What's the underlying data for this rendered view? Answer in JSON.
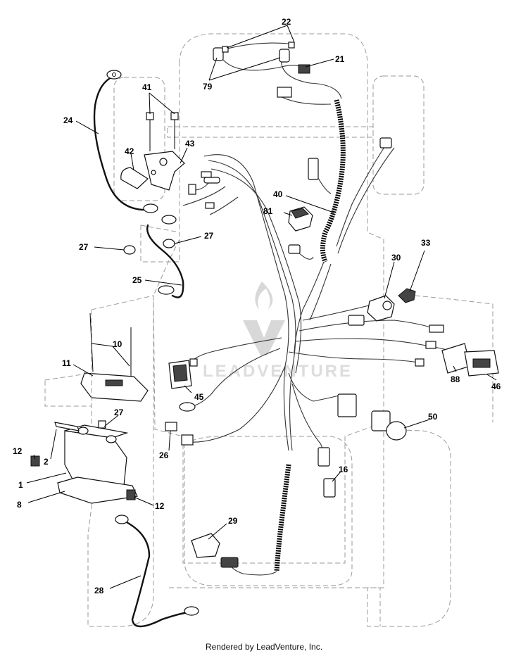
{
  "callouts": [
    {
      "id": "c22",
      "label": "22"
    },
    {
      "id": "c21",
      "label": "21"
    },
    {
      "id": "c79",
      "label": "79"
    },
    {
      "id": "c41",
      "label": "41"
    },
    {
      "id": "c24",
      "label": "24"
    },
    {
      "id": "c42",
      "label": "42"
    },
    {
      "id": "c43",
      "label": "43"
    },
    {
      "id": "c40",
      "label": "40"
    },
    {
      "id": "c81",
      "label": "81"
    },
    {
      "id": "c27a",
      "label": "27"
    },
    {
      "id": "c27b",
      "label": "27"
    },
    {
      "id": "c25",
      "label": "25"
    },
    {
      "id": "c30",
      "label": "30"
    },
    {
      "id": "c33",
      "label": "33"
    },
    {
      "id": "c10",
      "label": "10"
    },
    {
      "id": "c11",
      "label": "11"
    },
    {
      "id": "c88",
      "label": "88"
    },
    {
      "id": "c46",
      "label": "46"
    },
    {
      "id": "c45",
      "label": "45"
    },
    {
      "id": "c27c",
      "label": "27"
    },
    {
      "id": "c50",
      "label": "50"
    },
    {
      "id": "c12a",
      "label": "12"
    },
    {
      "id": "c2",
      "label": "2"
    },
    {
      "id": "c26",
      "label": "26"
    },
    {
      "id": "c16",
      "label": "16"
    },
    {
      "id": "c1",
      "label": "1"
    },
    {
      "id": "c8",
      "label": "8"
    },
    {
      "id": "c12b",
      "label": "12"
    },
    {
      "id": "c29",
      "label": "29"
    },
    {
      "id": "c28",
      "label": "28"
    }
  ],
  "watermark": "LEADVENTURE",
  "footer": "Rendered by LeadVenture, Inc."
}
